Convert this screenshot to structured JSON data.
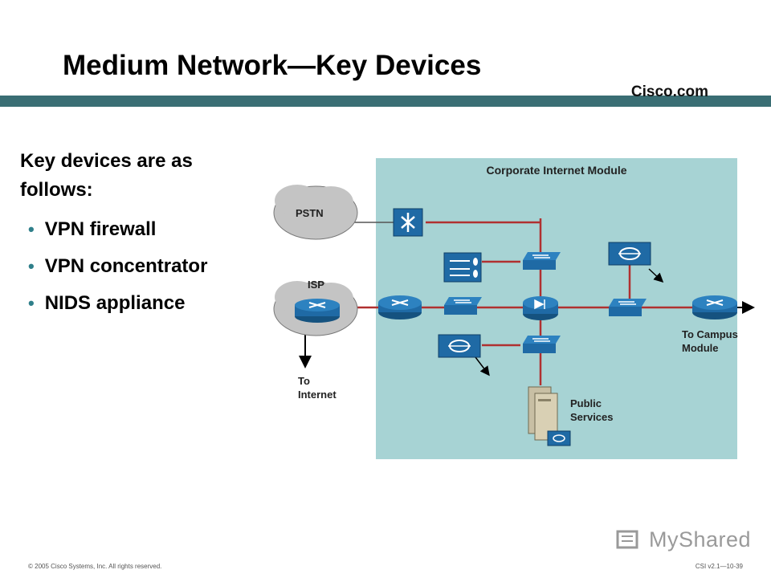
{
  "slide": {
    "title": "Medium Network—Key Devices",
    "brand": "Cisco.com",
    "intro": "Key devices are as follows:",
    "bullets": [
      "VPN firewall",
      "VPN concentrator",
      "NIDS appliance"
    ]
  },
  "diagram": {
    "module_title": "Corporate Internet Module",
    "pstn_label": "PSTN",
    "isp_label": "ISP",
    "to_internet": [
      "To",
      "Internet"
    ],
    "to_campus": [
      "To Campus",
      "Module"
    ],
    "public_services": [
      "Public",
      "Services"
    ]
  },
  "footer": {
    "copyright": "© 2005 Cisco Systems, Inc. All rights reserved.",
    "course": "CSI v2.1—10-39",
    "watermark": "MyShared"
  },
  "colors": {
    "bar": "#3a6e74",
    "module_bg": "#a7d3d4",
    "device_blue": "#1f6aa5",
    "link_red": "#b03030"
  }
}
